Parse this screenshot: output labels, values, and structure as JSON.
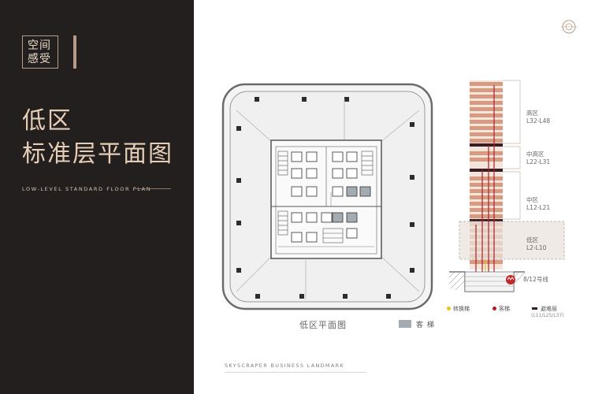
{
  "left_panel": {
    "tag_line1": "空间",
    "tag_line2": "感受",
    "title_line1": "低区",
    "title_line2": "标准层平面图",
    "subtitle_en": "LOW-LEVEL STANDARD FLOOR PLAN"
  },
  "floor_plan": {
    "caption": "低区平面图",
    "legend_label": "客 梯"
  },
  "section": {
    "zones": [
      {
        "name": "高区",
        "range": "L32-L48"
      },
      {
        "name": "中高区",
        "range": "L22-L31"
      },
      {
        "name": "中区",
        "range": "L12-L21"
      },
      {
        "name": "低区",
        "range": "L2-L10"
      }
    ],
    "metro_label": "8/12号线",
    "legend": {
      "transfer": "转换梯",
      "passenger": "客梯",
      "refuge": "避难层",
      "refuge_floors": "(L11/L25/L37)"
    }
  },
  "footer_en": "SKYSCRAPER BUSINESS LANDMARK",
  "colors": {
    "dark_panel": "#231f1e",
    "accent_gold": "#e6cdb6",
    "tower_band": "#c9876a",
    "elevator_red": "#b01e23",
    "transfer_yellow": "#e6c619",
    "passenger_grey": "#a3abb3"
  }
}
